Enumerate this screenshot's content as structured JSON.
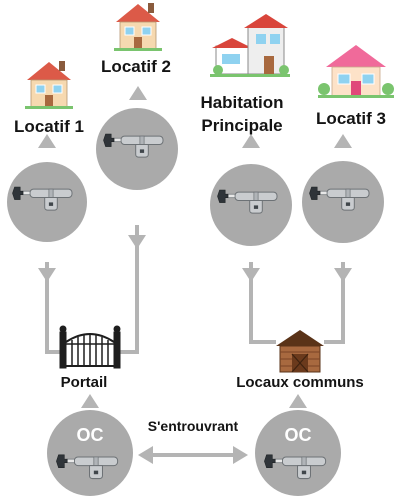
{
  "labels": {
    "locatif_1": "Locatif 1",
    "locatif_2": "Locatif 2",
    "habitation_line1": "Habitation",
    "habitation_line2": "Principale",
    "locatif_3": "Locatif 3",
    "portail": "Portail",
    "locaux_communs": "Locaux communs",
    "oc_left": "OC",
    "oc_right": "OC",
    "relation": "S'entrouvrant"
  },
  "colors": {
    "connector": "#b4b4b4",
    "circle": "#aaaaaa",
    "text": "#141414"
  },
  "icons": {
    "house": "house-icon",
    "lock": "euro-cylinder-lock-icon",
    "gate": "gate-icon",
    "shed": "shed-icon"
  }
}
